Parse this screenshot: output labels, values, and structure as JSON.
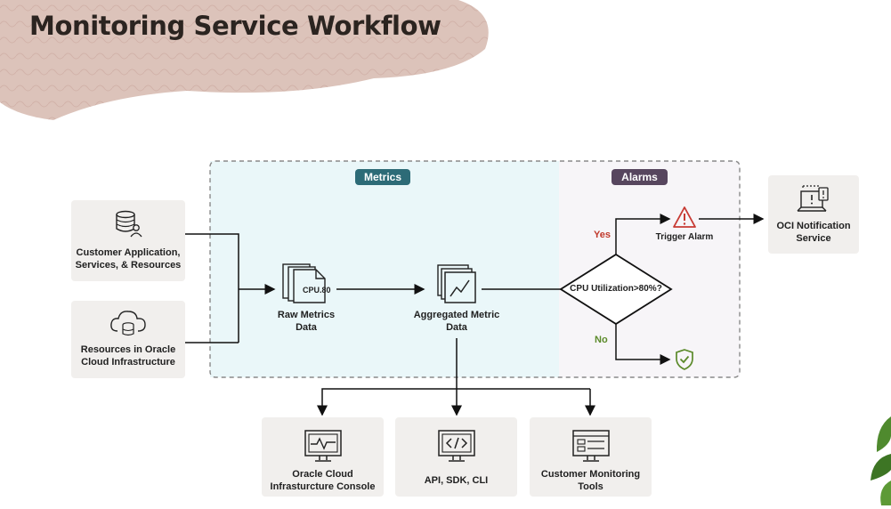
{
  "title": "Monitoring Service Workflow",
  "sections": {
    "metrics_label": "Metrics",
    "alarms_label": "Alarms"
  },
  "sources": [
    {
      "label": "Customer Application, Services, & Resources",
      "icon": "database-user-icon"
    },
    {
      "label": "Resources in Oracle Cloud Infrastructure",
      "icon": "cloud-database-icon"
    }
  ],
  "raw_metrics": {
    "label": "Raw Metrics Data",
    "doc_text": "CPU.80",
    "icon": "documents-stack-icon"
  },
  "aggregated": {
    "label": "Aggregated Metric Data",
    "icon": "chart-stack-icon"
  },
  "decision": {
    "label": "CPU Utilization>80%?",
    "yes_label": "Yes",
    "no_label": "No"
  },
  "trigger": {
    "label": "Trigger Alarm",
    "icon": "warning-triangle-icon"
  },
  "ok_icon": "shield-check-icon",
  "notification": {
    "label": "OCI Notification Service",
    "icon": "notification-monitor-icon"
  },
  "consumers": [
    {
      "label": "Oracle Cloud Infrasturcture Console",
      "icon": "console-monitor-icon"
    },
    {
      "label": "API, SDK, CLI",
      "icon": "code-monitor-icon"
    },
    {
      "label": "Customer Monitoring Tools",
      "icon": "dashboard-monitor-icon"
    }
  ],
  "colors": {
    "metrics_pill": "#2d6b77",
    "alarms_pill": "#57465e",
    "metrics_bg": "#eaf7f9",
    "alarms_bg": "#f7f5f8",
    "yes": "#c0392b",
    "no": "#5b8a2a",
    "alert": "#c73a33",
    "ok": "#5b8a2a"
  }
}
